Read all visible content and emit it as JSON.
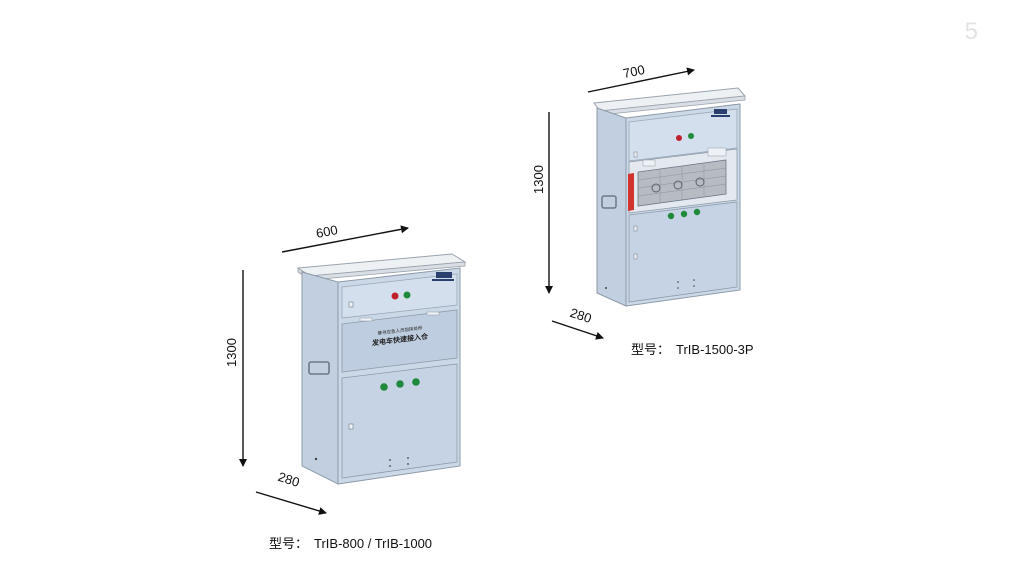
{
  "page": {
    "number": "5"
  },
  "left_cabinet": {
    "model_label": "型号：",
    "model_value": "TrIB-800 / TrIB-1000",
    "dim_width": "600",
    "dim_height": "1300",
    "dim_depth": "280",
    "plate_line1": "普寻应急人员指挥处所",
    "plate_line2": "发电车快速接入仓"
  },
  "right_cabinet": {
    "model_label": "型号：",
    "model_value": "TrIB-1500-3P",
    "dim_width": "700",
    "dim_height": "1300",
    "dim_depth": "280"
  },
  "colors": {
    "cabinet_body": "#c9d6e6",
    "cabinet_dark": "#b3c3d8",
    "cabinet_roof": "#eceff2",
    "indicator_red": "#c0202a",
    "indicator_green": "#1f8a3a",
    "busbar_red": "#d0342c"
  }
}
